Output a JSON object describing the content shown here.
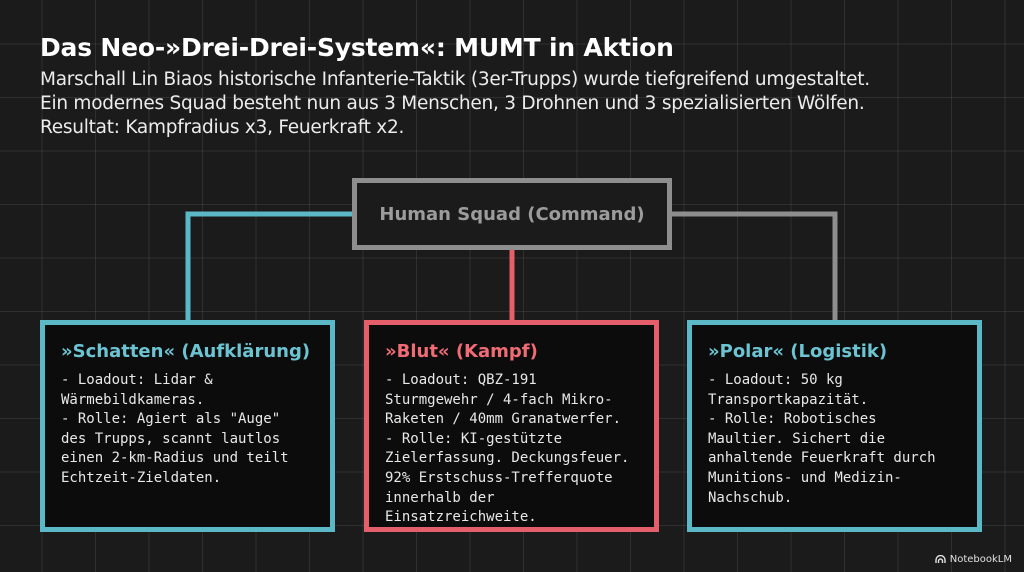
{
  "header": {
    "title": "Das Neo-»Drei-Drei-System«: MUMT in Aktion",
    "subtitle": "Marschall Lin Biaos historische Infanterie-Taktik (3er-Trupps) wurde tiefgreifend umgestaltet. Ein modernes Squad besteht nun aus 3 Menschen, 3 Drohnen und 3 spezialisierten Wölfen. Resultat: Kampfradius x3, Feuerkraft x2."
  },
  "diagram": {
    "root": {
      "label": "Human Squad (Command)",
      "color": "#8e8e8e"
    },
    "children": [
      {
        "title": "»Schatten« (Aufklärung)",
        "color": "#5bb8c6",
        "lines": [
          "- Loadout: Lidar &",
          "Wärmebildkameras.",
          "- Rolle: Agiert als \"Auge\"",
          "des Trupps, scannt lautlos",
          "einen 2-km-Radius und teilt",
          "Echtzeit-Zieldaten."
        ]
      },
      {
        "title": "»Blut« (Kampf)",
        "color": "#e45f6a",
        "lines": [
          "- Loadout: QBZ-191",
          "Sturmgewehr / 4-fach Mikro-",
          "Raketen / 40mm Granatwerfer.",
          "- Rolle: KI-gestützte",
          "Zielerfassung. Deckungsfeuer.",
          "92% Erstschuss-Trefferquote",
          "innerhalb der",
          "Einsatzreichweite."
        ]
      },
      {
        "title": "»Polar« (Logistik)",
        "color": "#5bb8c6",
        "lines": [
          "- Loadout: 50 kg",
          "Transportkapazität.",
          "- Rolle: Robotisches",
          "Maultier. Sichert die",
          "anhaltende Feuerkraft durch",
          "Munitions- und Medizin-",
          "Nachschub."
        ]
      }
    ]
  },
  "watermark": {
    "text": "NotebookLM",
    "icon": "notebooklm-logo-icon"
  }
}
